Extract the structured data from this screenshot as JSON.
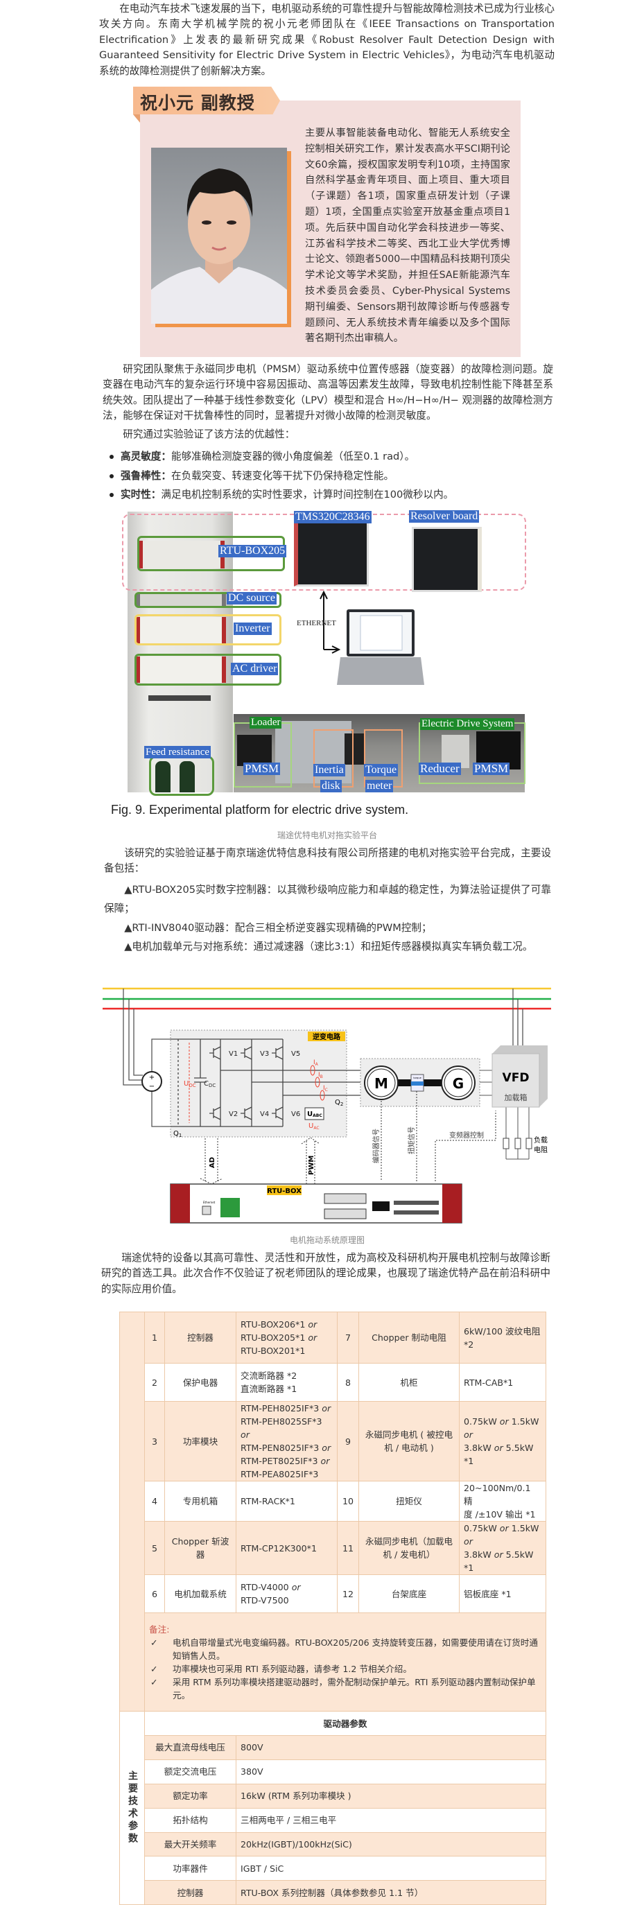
{
  "intro": "在电动汽车技术飞速发展的当下，电机驱动系统的可靠性提升与智能故障检测技术已成为行业核心攻关方向。东南大学机械学院的祝小元老师团队在《IEEE  Transactions on Transportation  Electrification》上发表的最新研究成果《Robust Resolver Fault Detection  Design with Guaranteed Sensitivity for Electric Drive System in Electric  Vehicles》，为电动汽车电机驱动系统的故障检测提供了创新解决方案。",
  "profile": {
    "name_title": "祝小元 副教授",
    "bio": "主要从事智能装备电动化、智能无人系统安全控制相关研究工作，累计发表高水平SCI期刊论文60余篇，授权国家发明专利10项，主持国家自然科学基金青年项目、面上项目、重大项目（子课题）各1项，国家重点研发计划（子课题）1项，全国重点实验室开放基金重点项目1项。先后获中国自动化学会科技进步一等奖、江苏省科学技术二等奖、西北工业大学优秀博士论文、领跑者5000—中国精品科技期刊顶尖学术论文等学术奖励，并担任SAE新能源汽车技术委员会委员、Cyber-Physical  Systems期刊编委、Sensors期刊故障诊断与传感器专题顾问、无人系统技术青年编委以及多个国际著名期刊杰出审稿人。"
  },
  "research": {
    "para": "研究团队聚焦于永磁同步电机（PMSM）驱动系统中位置传感器（旋变器）的故障检测问题。旋变器在电动汽车的复杂运行环境中容易因振动、高温等因素发生故障，导致电机控制性能下降甚至系统失效。团队提出了一种基于线性参数变化（LPV）模型和混合 H∞/H−H∞/H− 观测器的故障检测方法，能够在保证对干扰鲁棒性的同时，显著提升对微小故障的检测灵敏度。",
    "intro_line": "研究通过实验验证了该方法的优越性：",
    "bullets": [
      {
        "label": "高灵敏度：",
        "text": "能够准确检测旋变器的微小角度偏差（低至0.1 rad）。"
      },
      {
        "label": "强鲁棒性：",
        "text": "在负载突变、转速变化等干扰下仍保持稳定性能。"
      },
      {
        "label": "实时性：",
        "text": "满足电机控制系统的实时性要求，计算时间控制在100微秒以内。"
      }
    ]
  },
  "figure": {
    "labels": {
      "rtu_box": "RTU-BOX205",
      "dc_source": "DC source",
      "inverter": "Inverter",
      "ac_driver": "AC driver",
      "tms": "TMS320C28346",
      "resolver": "Resolver board",
      "ethernet": "ETHERNET",
      "feed_resistance": "Feed resistance",
      "loader": "Loader",
      "pmsm_load": "PMSM",
      "inertia": "Inertia",
      "disk": "disk",
      "torque": "Torque",
      "meter": "meter",
      "eds": "Electric Drive System",
      "reducer": "Reducer",
      "pmsm_drive": "PMSM"
    },
    "caption": "Fig. 9.  Experimental platform for electric drive system.",
    "sub_caption": "瑞途优特电机对拖实验平台"
  },
  "platform": {
    "para": "该研究的实验验证基于南京瑞途优特信息科技有限公司所搭建的电机对拖实验平台完成，主要设备包括：",
    "items": [
      "▲RTU-BOX205实时数字控制器：以其微秒级响应能力和卓越的稳定性，为算法验证提供了可靠保障；",
      "▲RTI-INV8040驱动器：配合三相全桥逆变器实现精确的PWM控制；",
      "▲电机加载单元与对拖系统：通过减速器（速比3:1）和扭矩传感器模拟真实车辆负载工况。"
    ]
  },
  "diagram": {
    "inverter_title": "逆变电路",
    "v1": "V1",
    "v2": "V2",
    "v3": "V3",
    "v4": "V4",
    "v5": "V5",
    "v6": "V6",
    "udc": {
      "main": "U",
      "sub": "DC"
    },
    "cdc": {
      "main": "C",
      "sub": "DC"
    },
    "uabc": {
      "main": "U",
      "sub": "ABC"
    },
    "uac": {
      "main": "U",
      "sub": "AC"
    },
    "ia": {
      "main": "I",
      "sub": "A"
    },
    "ib": {
      "main": "I",
      "sub": "B"
    },
    "ic": {
      "main": "I",
      "sub": "C"
    },
    "q1": {
      "main": "Q",
      "sub": "1"
    },
    "q2": {
      "main": "Q",
      "sub": "2"
    },
    "plus": "+",
    "minus": "−",
    "motor": "M",
    "generator": "G",
    "torque_tag": "torque",
    "vfd": "VFD",
    "vfd_sub": "加载箱",
    "load_res_1": "负载",
    "load_res_2": "电阻",
    "ad": "AD",
    "pwm": "PWM",
    "encoder_signal": "编码器信号",
    "torque_signal": "扭矩信号",
    "vfd_control": "变频器控制",
    "rtu_box": "RTU-BOX",
    "ethernet_port": "Ethernet",
    "caption": "电机拖动系统原理图"
  },
  "closing": "瑞途优特的设备以其高可靠性、灵活性和开放性，成为高校及科研机构开展电机控制与故障诊断研究的首选工具。此次合作不仅验证了祝老师团队的理论成果，也展现了瑞途优特产品在前沿科研中的实际应用价值。",
  "table": {
    "rows": [
      {
        "n1": "1",
        "name1": "控制器",
        "val1": [
          "RTU-BOX206*1 or",
          "RTU-BOX205*1 or",
          "RTU-BOX201*1"
        ],
        "n2": "7",
        "name2": "Chopper 制动电阻",
        "val2": [
          "6kW/100 波纹电阻",
          "*2"
        ]
      },
      {
        "n1": "2",
        "name1": "保护电器",
        "val1": [
          "交流断路器 *2",
          "直流断路器 *1"
        ],
        "n2": "8",
        "name2": "机柜",
        "val2": [
          "RTM-CAB*1"
        ]
      },
      {
        "n1": "3",
        "name1": "功率模块",
        "val1": [
          "RTM-PEH8025IF*3 or",
          "RTM-PEH8025SF*3 or",
          "RTM-PEN8025IF*3 or",
          "RTM-PET8025IF*3 or",
          "RTM-PEA8025IF*3"
        ],
        "n2": "9",
        "name2": "永磁同步电机 ( 被控电机 / 电动机 )",
        "val2": [
          "0.75kW or 1.5kW or",
          "3.8kW or 5.5kW *1"
        ]
      },
      {
        "n1": "4",
        "name1": "专用机箱",
        "val1": [
          "RTM-RACK*1"
        ],
        "n2": "10",
        "name2": "扭矩仪",
        "val2": [
          "20~100Nm/0.1 精",
          "度 /±10V 输出 *1"
        ]
      },
      {
        "n1": "5",
        "name1": "Chopper 斩波器",
        "val1": [
          "RTM-CP12K300*1"
        ],
        "n2": "11",
        "name2": "永磁同步电机（加载电机 / 发电机）",
        "val2": [
          "0.75kW or 1.5kW or",
          "3.8kW or 5.5kW *1"
        ]
      },
      {
        "n1": "6",
        "name1": "电机加载系统",
        "val1": [
          "RTD-V4000 or",
          "RTD-V7500"
        ],
        "n2": "12",
        "name2": "台架底座",
        "val2": [
          "铝板底座 *1"
        ]
      }
    ],
    "notes_title": "备注:",
    "check": "✓",
    "notes": [
      "电机自带增量式光电变编码器。RTU-BOX205/206 支持旋转变压器，如需要使用请在订货时通知销售人员。",
      "功率模块也可采用 RTI 系列驱动器，请参考 1.2 节相关介绍。",
      "采用 RTM 系列功率模块搭建驱动器时，需外配制动保护单元。RTI 系列驱动器内置制动保护单元。"
    ],
    "side_label": "主要技术参数",
    "params_title": "驱动器参数",
    "params": [
      {
        "k": "最大直流母线电压",
        "v": "800V"
      },
      {
        "k": "额定交流电压",
        "v": "380V"
      },
      {
        "k": "额定功率",
        "v": "16kW (RTM 系列功率模块 )"
      },
      {
        "k": "拓扑结构",
        "v": "三相两电平 / 三相三电平"
      },
      {
        "k": "最大开关频率",
        "v": "20kHz(IGBT)/100kHz(SiC)"
      },
      {
        "k": "功率器件",
        "v": "IGBT /  SiC"
      },
      {
        "k": "控制器",
        "v": "RTU-BOX 系列控制器（具体参数参见 1.1 节）"
      }
    ]
  },
  "colors": {
    "accent_orange": "#f0954a",
    "tab_orange": "#f7b98e",
    "pink_bg": "#f3dedc",
    "table_peach": "#fce6d4",
    "label_blue": "#3b6cc6"
  }
}
